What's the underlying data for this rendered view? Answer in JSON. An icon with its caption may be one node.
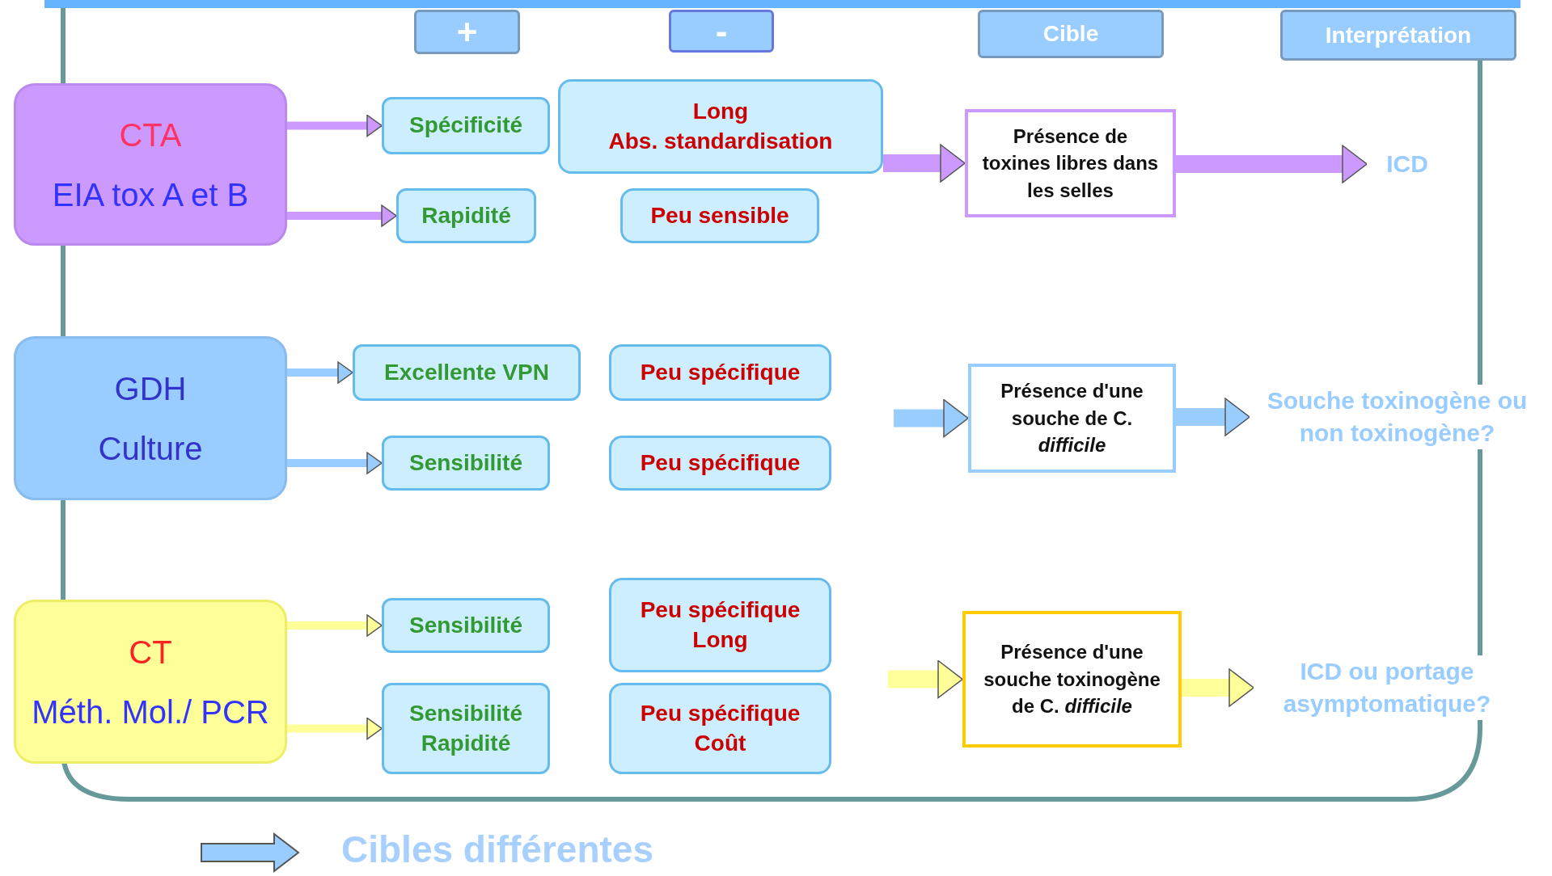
{
  "diagram": {
    "nodes": [
      {
        "text": [
          "+"
        ]
      },
      {
        "text": [
          "-"
        ]
      },
      {
        "text": [
          "Cible"
        ]
      },
      {
        "text": [
          "Interprétation"
        ]
      },
      {
        "text": [
          "CTA",
          "EIA tox A et B"
        ]
      },
      {
        "text": [
          "Spécificité"
        ]
      },
      {
        "text": [
          "Long",
          "Abs. standardisation"
        ]
      },
      {
        "text": [
          "Rapidité"
        ]
      },
      {
        "text": [
          "Peu sensible"
        ]
      },
      {
        "text": [
          "Présence de toxines libres dans les selles"
        ]
      },
      {
        "text": [
          "ICD"
        ]
      },
      {
        "text": [
          "GDH",
          "Culture"
        ]
      },
      {
        "text": [
          "Excellente VPN"
        ]
      },
      {
        "text": [
          "Peu spécifique"
        ]
      },
      {
        "text": [
          "Sensibilité"
        ]
      },
      {
        "text": [
          "Peu spécifique"
        ]
      },
      {
        "text": [
          "Présence d'une souche de C. *difficile*"
        ]
      },
      {
        "text": [
          "Souche toxinogène ou non toxinogène?"
        ]
      },
      {
        "text": [
          "CT",
          "Méth. Mol./ PCR"
        ]
      },
      {
        "text": [
          "Sensibilité"
        ]
      },
      {
        "text": [
          "Peu spécifique",
          "Long"
        ]
      },
      {
        "text": [
          "Sensibilité",
          "Rapidité"
        ]
      },
      {
        "text": [
          "Peu spécifique",
          "Coût"
        ]
      },
      {
        "text": [
          "Présence d'une souche toxinogène de C. *difficile*"
        ]
      },
      {
        "text": [
          "ICD ou portage asymptomatique?"
        ]
      }
    ],
    "edges": [
      {
        "from": 4,
        "to": 5,
        "arrow": "to",
        "color": "#cc99ff"
      },
      {
        "from": 4,
        "to": 7,
        "arrow": "to",
        "color": "#cc99ff"
      },
      {
        "from": 6,
        "to": 9,
        "arrow": "to",
        "style": "thick",
        "color": "#cc99ff"
      },
      {
        "from": 9,
        "to": 10,
        "arrow": "to",
        "style": "thick",
        "color": "#cc99ff"
      },
      {
        "from": 11,
        "to": 12,
        "arrow": "to",
        "color": "#99ccff"
      },
      {
        "from": 11,
        "to": 14,
        "arrow": "to",
        "color": "#99ccff"
      },
      {
        "from": null,
        "to": 16,
        "arrow": "to",
        "style": "thick",
        "color": "#99ccff"
      },
      {
        "from": 16,
        "to": 17,
        "arrow": "to",
        "style": "thick",
        "color": "#99ccff"
      },
      {
        "from": 18,
        "to": 19,
        "arrow": "to",
        "color": "#ffff99"
      },
      {
        "from": 18,
        "to": 21,
        "arrow": "to",
        "color": "#ffff99"
      },
      {
        "from": null,
        "to": 23,
        "arrow": "to",
        "style": "thick",
        "color": "#ffff99"
      },
      {
        "from": 23,
        "to": 24,
        "arrow": "to",
        "style": "thick",
        "color": "#ffff99"
      }
    ],
    "legend": [
      {
        "text": "Cibles différentes"
      }
    ]
  }
}
